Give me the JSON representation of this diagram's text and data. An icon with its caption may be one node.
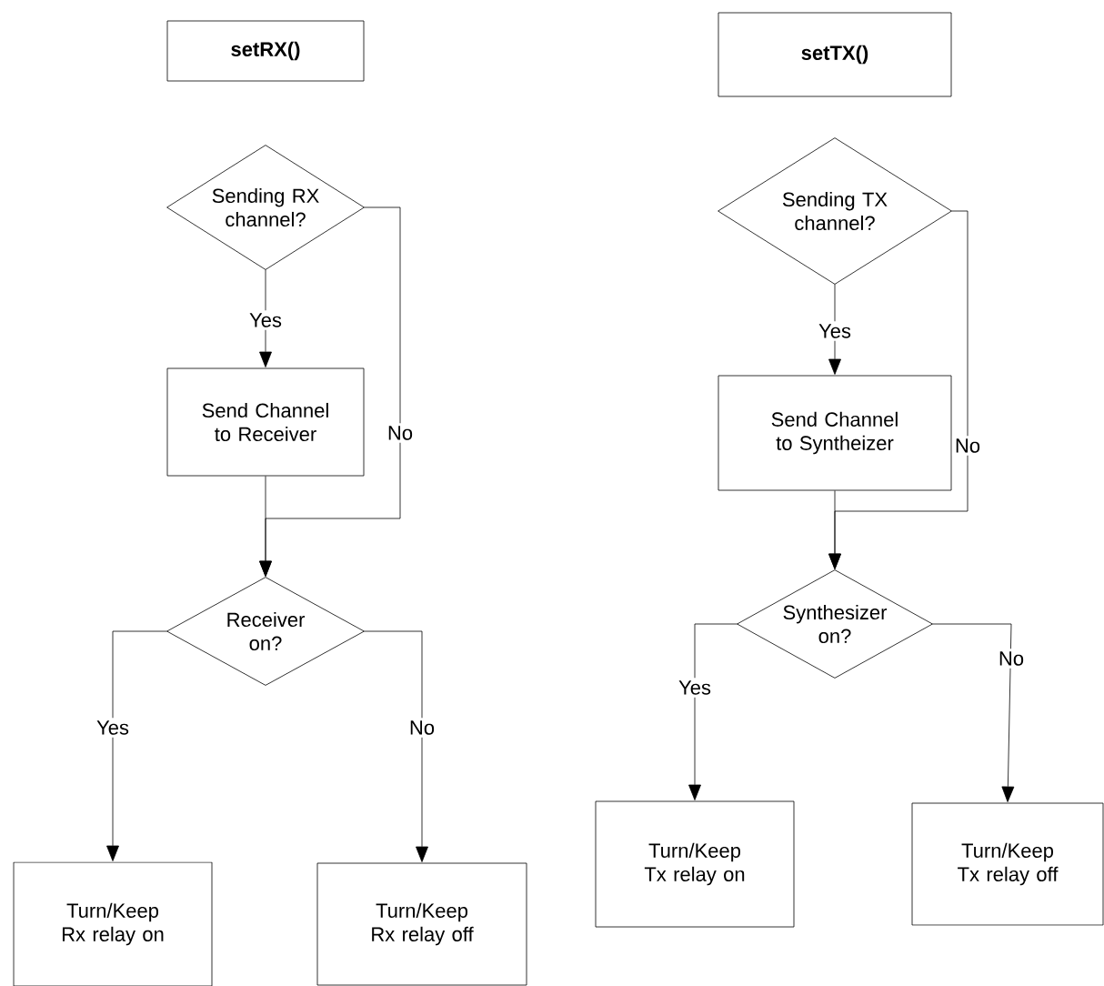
{
  "diagram": {
    "nodes": [
      {
        "text": [
          "setRX()"
        ]
      },
      {
        "text": [
          "Sending RX channel?"
        ]
      },
      {
        "text": [
          "Send Channel to Receiver"
        ]
      },
      {
        "text": [
          "Receiver on?"
        ]
      },
      {
        "text": [
          "Turn/Keep Rx relay on"
        ]
      },
      {
        "text": [
          "Turn/Keep Rx relay off"
        ]
      },
      {
        "text": [
          "setTX()"
        ]
      },
      {
        "text": [
          "Sending TX channel?"
        ]
      },
      {
        "text": [
          "Send Channel to Syntheizer"
        ]
      },
      {
        "text": [
          "Synthesizer on?"
        ]
      },
      {
        "text": [
          "Turn/Keep Tx relay on"
        ]
      },
      {
        "text": [
          "Turn/Keep Tx relay off"
        ]
      }
    ],
    "edges": [
      {
        "from": 1,
        "to": 2,
        "arrow": "to",
        "label": "Yes"
      },
      {
        "from": 1,
        "to": 3,
        "arrow": "to",
        "label": "No"
      },
      {
        "from": 2,
        "to": 3,
        "arrow": "to"
      },
      {
        "from": 3,
        "to": 4,
        "arrow": "to",
        "label": "Yes"
      },
      {
        "from": 3,
        "to": 5,
        "arrow": "to",
        "label": "No"
      },
      {
        "from": 7,
        "to": 8,
        "arrow": "to",
        "label": "Yes"
      },
      {
        "from": 7,
        "to": 9,
        "arrow": "to",
        "label": "No"
      },
      {
        "from": 8,
        "to": 9,
        "arrow": "to"
      },
      {
        "from": 9,
        "to": 10,
        "arrow": "to",
        "label": "Yes"
      },
      {
        "from": 9,
        "to": 11,
        "arrow": "to",
        "label": "No"
      }
    ]
  }
}
